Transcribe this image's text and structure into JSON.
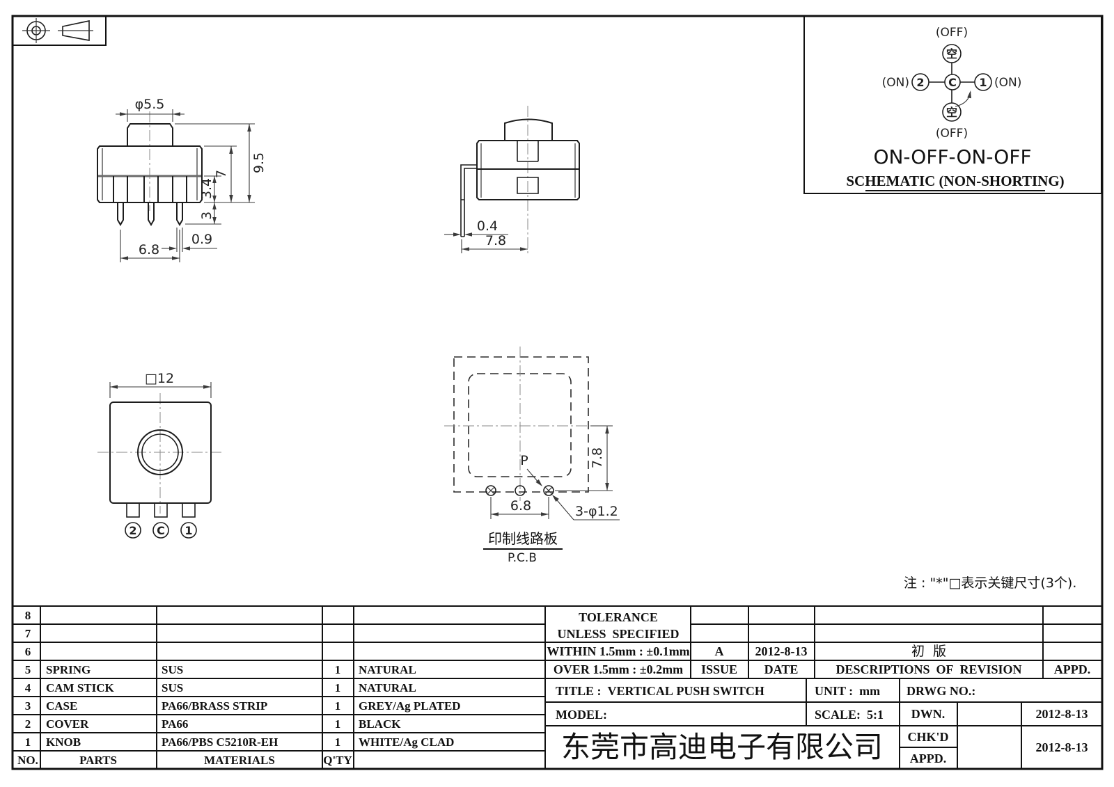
{
  "front_view": {
    "knob_dia": "φ5.5",
    "total_height": "9.5",
    "body_height": "7",
    "base_height": "3.4",
    "pin_length": "3",
    "pin_width": "0.9",
    "pin_pitch": "6.8"
  },
  "side_view": {
    "pin_thickness": "0.4",
    "pin_to_center": "7.8"
  },
  "bottom_view": {
    "body_square": "□12",
    "pin_left": "2",
    "pin_center": "C",
    "pin_right": "1"
  },
  "pcb_view": {
    "vertical_offset": "7.8",
    "hole_pitch": "6.8",
    "hole_spec": "3-φ1.2",
    "point": "P",
    "label_cn": "印制线路板",
    "label_en": "P.C.B"
  },
  "note": "注 : \"*\"□表示关键尺寸(3个).",
  "schematic": {
    "off_top": "(OFF)",
    "off_bottom": "(OFF)",
    "on_left": "(ON)",
    "on_right": "(ON)",
    "pin_left": "2",
    "pin_common": "C",
    "pin_right": "1",
    "empty_top": "空",
    "empty_bottom": "空",
    "function": "ON-OFF-ON-OFF",
    "caption": "SCHEMATIC (NON-SHORTING)"
  },
  "parts_table": {
    "headers": {
      "no": "NO.",
      "parts": "PARTS",
      "materials": "MATERIALS",
      "qty": "Q'TY"
    },
    "rows": [
      {
        "no": "8",
        "part": "",
        "material": "",
        "qty": "",
        "finish": ""
      },
      {
        "no": "7",
        "part": "",
        "material": "",
        "qty": "",
        "finish": ""
      },
      {
        "no": "6",
        "part": "",
        "material": "",
        "qty": "",
        "finish": ""
      },
      {
        "no": "5",
        "part": "SPRING",
        "material": "SUS",
        "qty": "1",
        "finish": "NATURAL"
      },
      {
        "no": "4",
        "part": "CAM STICK",
        "material": "SUS",
        "qty": "1",
        "finish": "NATURAL"
      },
      {
        "no": "3",
        "part": "CASE",
        "material": "PA66/BRASS STRIP",
        "qty": "1",
        "finish": "GREY/Ag PLATED"
      },
      {
        "no": "2",
        "part": "COVER",
        "material": "PA66",
        "qty": "1",
        "finish": "BLACK"
      },
      {
        "no": "1",
        "part": "KNOB",
        "material": "PA66/PBS C5210R-EH",
        "qty": "1",
        "finish": "WHITE/Ag CLAD"
      }
    ]
  },
  "title_block": {
    "tolerance_title": "TOLERANCE",
    "tolerance_sub": "UNLESS  SPECIFIED",
    "tol_within": "WITHIN 1.5mm : ±0.1mm",
    "tol_over": "OVER 1.5mm : ±0.2mm",
    "issue_value": "A",
    "issue_label": "ISSUE",
    "date_value": "2012-8-13",
    "date_label": "DATE",
    "revision_desc": "初  版",
    "revision_header": "DESCRIPTIONS  OF  REVISION",
    "appd_header": "APPD.",
    "title": "TITLE :  VERTICAL PUSH SWITCH",
    "unit": "UNIT :  mm",
    "drwg_no": "DRWG NO.:",
    "model": "MODEL:",
    "scale": "SCALE:  5:1",
    "dwn_label": "DWN.",
    "chkd_label": "CHK'D",
    "appd_label": "APPD.",
    "dwn_date": "2012-8-13",
    "chkd_date": "2012-8-13",
    "company": "东莞市高迪电子有限公司"
  }
}
